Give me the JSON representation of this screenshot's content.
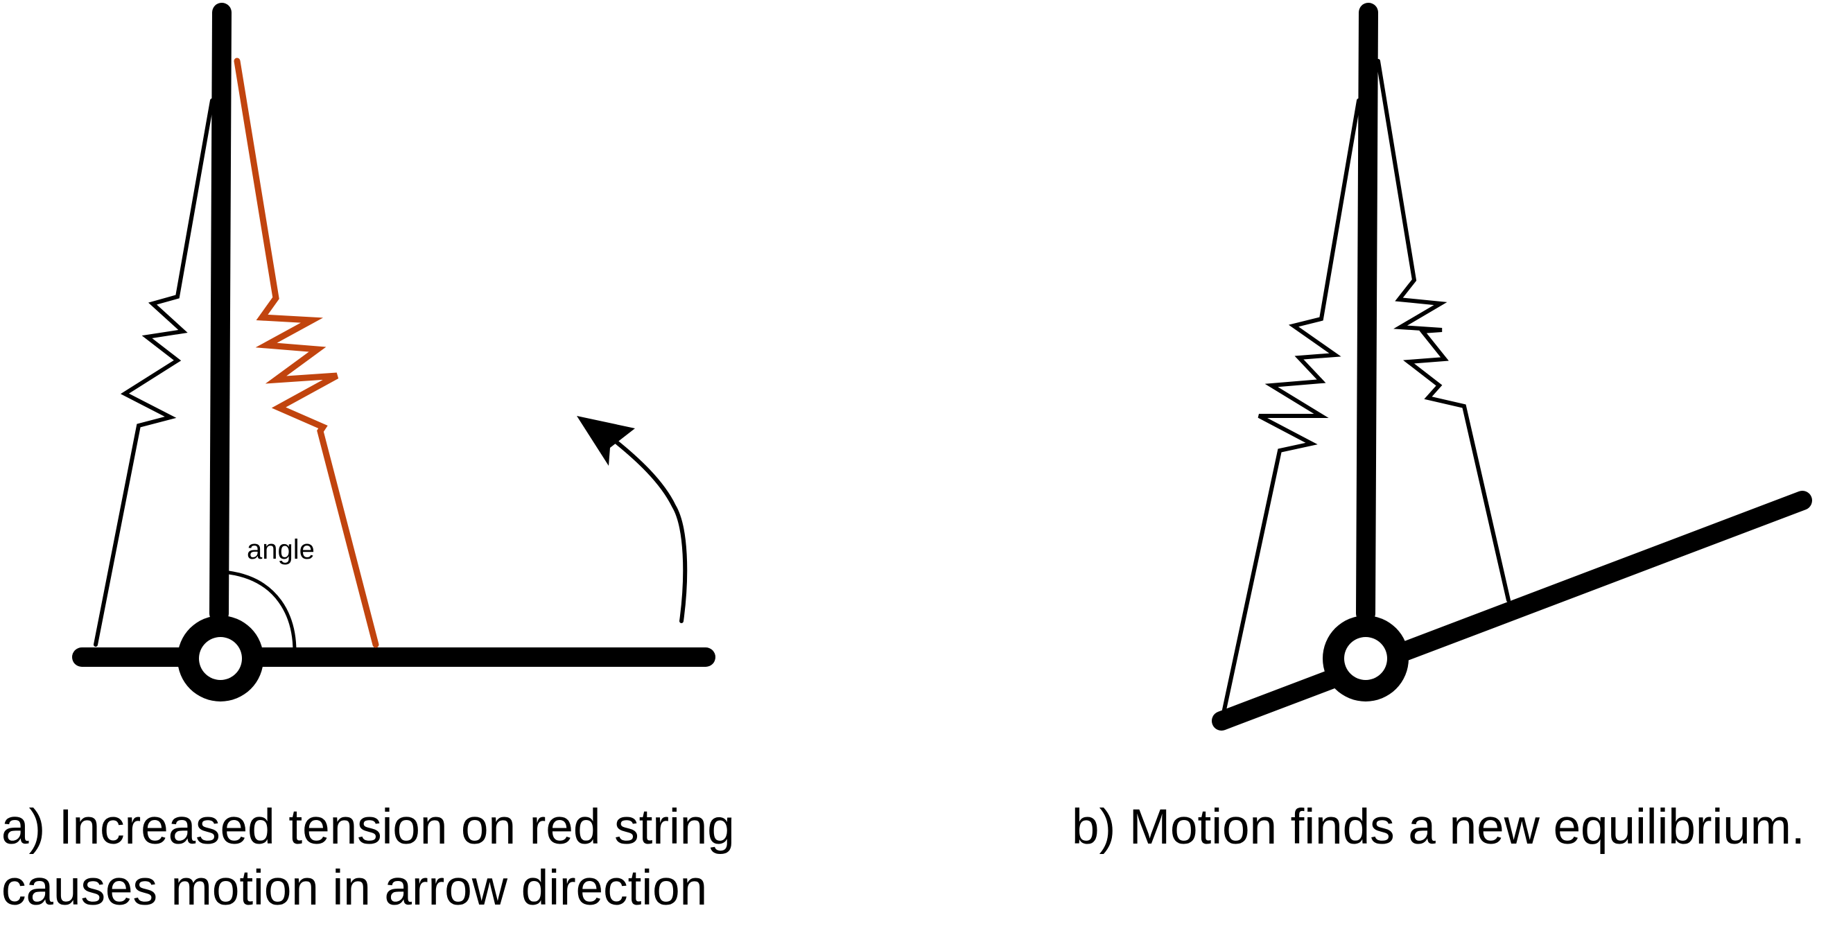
{
  "panel_a": {
    "angle_label": "angle",
    "caption_line1": "a) Increased tension on red string",
    "caption_line2": "causes motion in arrow direction"
  },
  "panel_b": {
    "caption": "b) Motion finds a new equilibrium."
  },
  "colors": {
    "ink": "#000000",
    "red_string": "#c1440e",
    "background": "#ffffff"
  },
  "icons": [
    "pivot-joint",
    "spring-string",
    "rotation-arrow"
  ]
}
